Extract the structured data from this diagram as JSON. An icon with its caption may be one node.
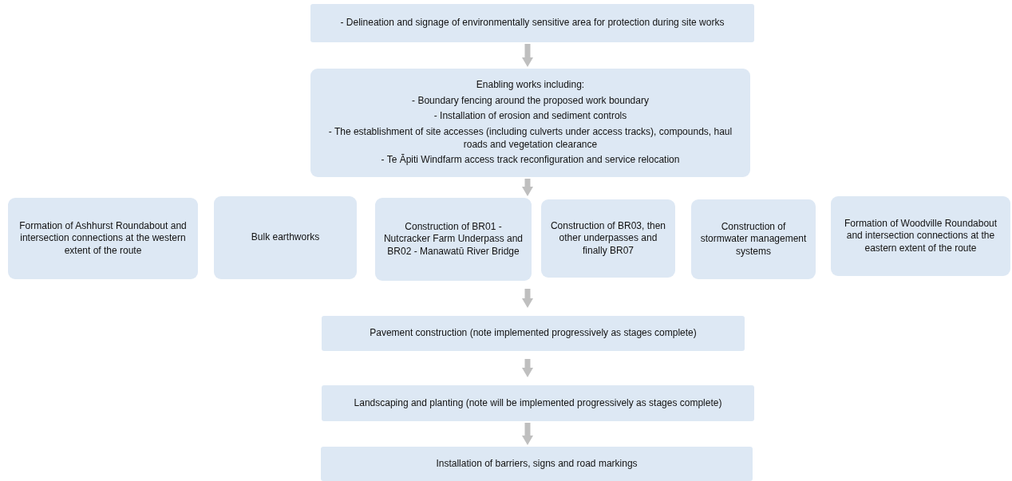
{
  "diagram": {
    "nodes": [
      {
        "text": [
          "- Delineation and signage of environmentally sensitive area for protection during site works"
        ]
      },
      {
        "text": [
          "Enabling works including:",
          "- Boundary fencing around the proposed work boundary",
          "- Installation of erosion and sediment controls",
          "- The establishment of site accesses (including culverts under access tracks), compounds, haul roads and vegetation clearance",
          "- Te Āpiti Windfarm access track reconfiguration and service relocation"
        ]
      },
      {
        "text": [
          "Formation of Ashhurst Roundabout and intersection connections at the western extent of the route"
        ]
      },
      {
        "text": [
          "Bulk earthworks"
        ]
      },
      {
        "text": [
          "Construction of BR01 - Nutcracker Farm Underpass and BR02 - Manawatū River Bridge"
        ]
      },
      {
        "text": [
          "Construction of BR03, then other underpasses and finally BR07"
        ]
      },
      {
        "text": [
          "Construction of stormwater management systems"
        ]
      },
      {
        "text": [
          "Formation of Woodville Roundabout and intersection connections at the eastern extent of the route"
        ]
      },
      {
        "text": [
          "Pavement construction (note implemented progressively as stages complete)"
        ]
      },
      {
        "text": [
          "Landscaping and planting (note will be implemented progressively as stages complete)"
        ]
      },
      {
        "text": [
          "Installation of barriers, signs and road markings"
        ]
      }
    ],
    "edges": [
      {
        "from": 0,
        "to": 1,
        "arrow": "to"
      },
      {
        "from": 1,
        "to": 4,
        "arrow": "to"
      },
      {
        "from": 4,
        "to": 8,
        "arrow": "to"
      },
      {
        "from": 8,
        "to": 9,
        "arrow": "to"
      },
      {
        "from": 9,
        "to": 10,
        "arrow": "to"
      }
    ]
  }
}
